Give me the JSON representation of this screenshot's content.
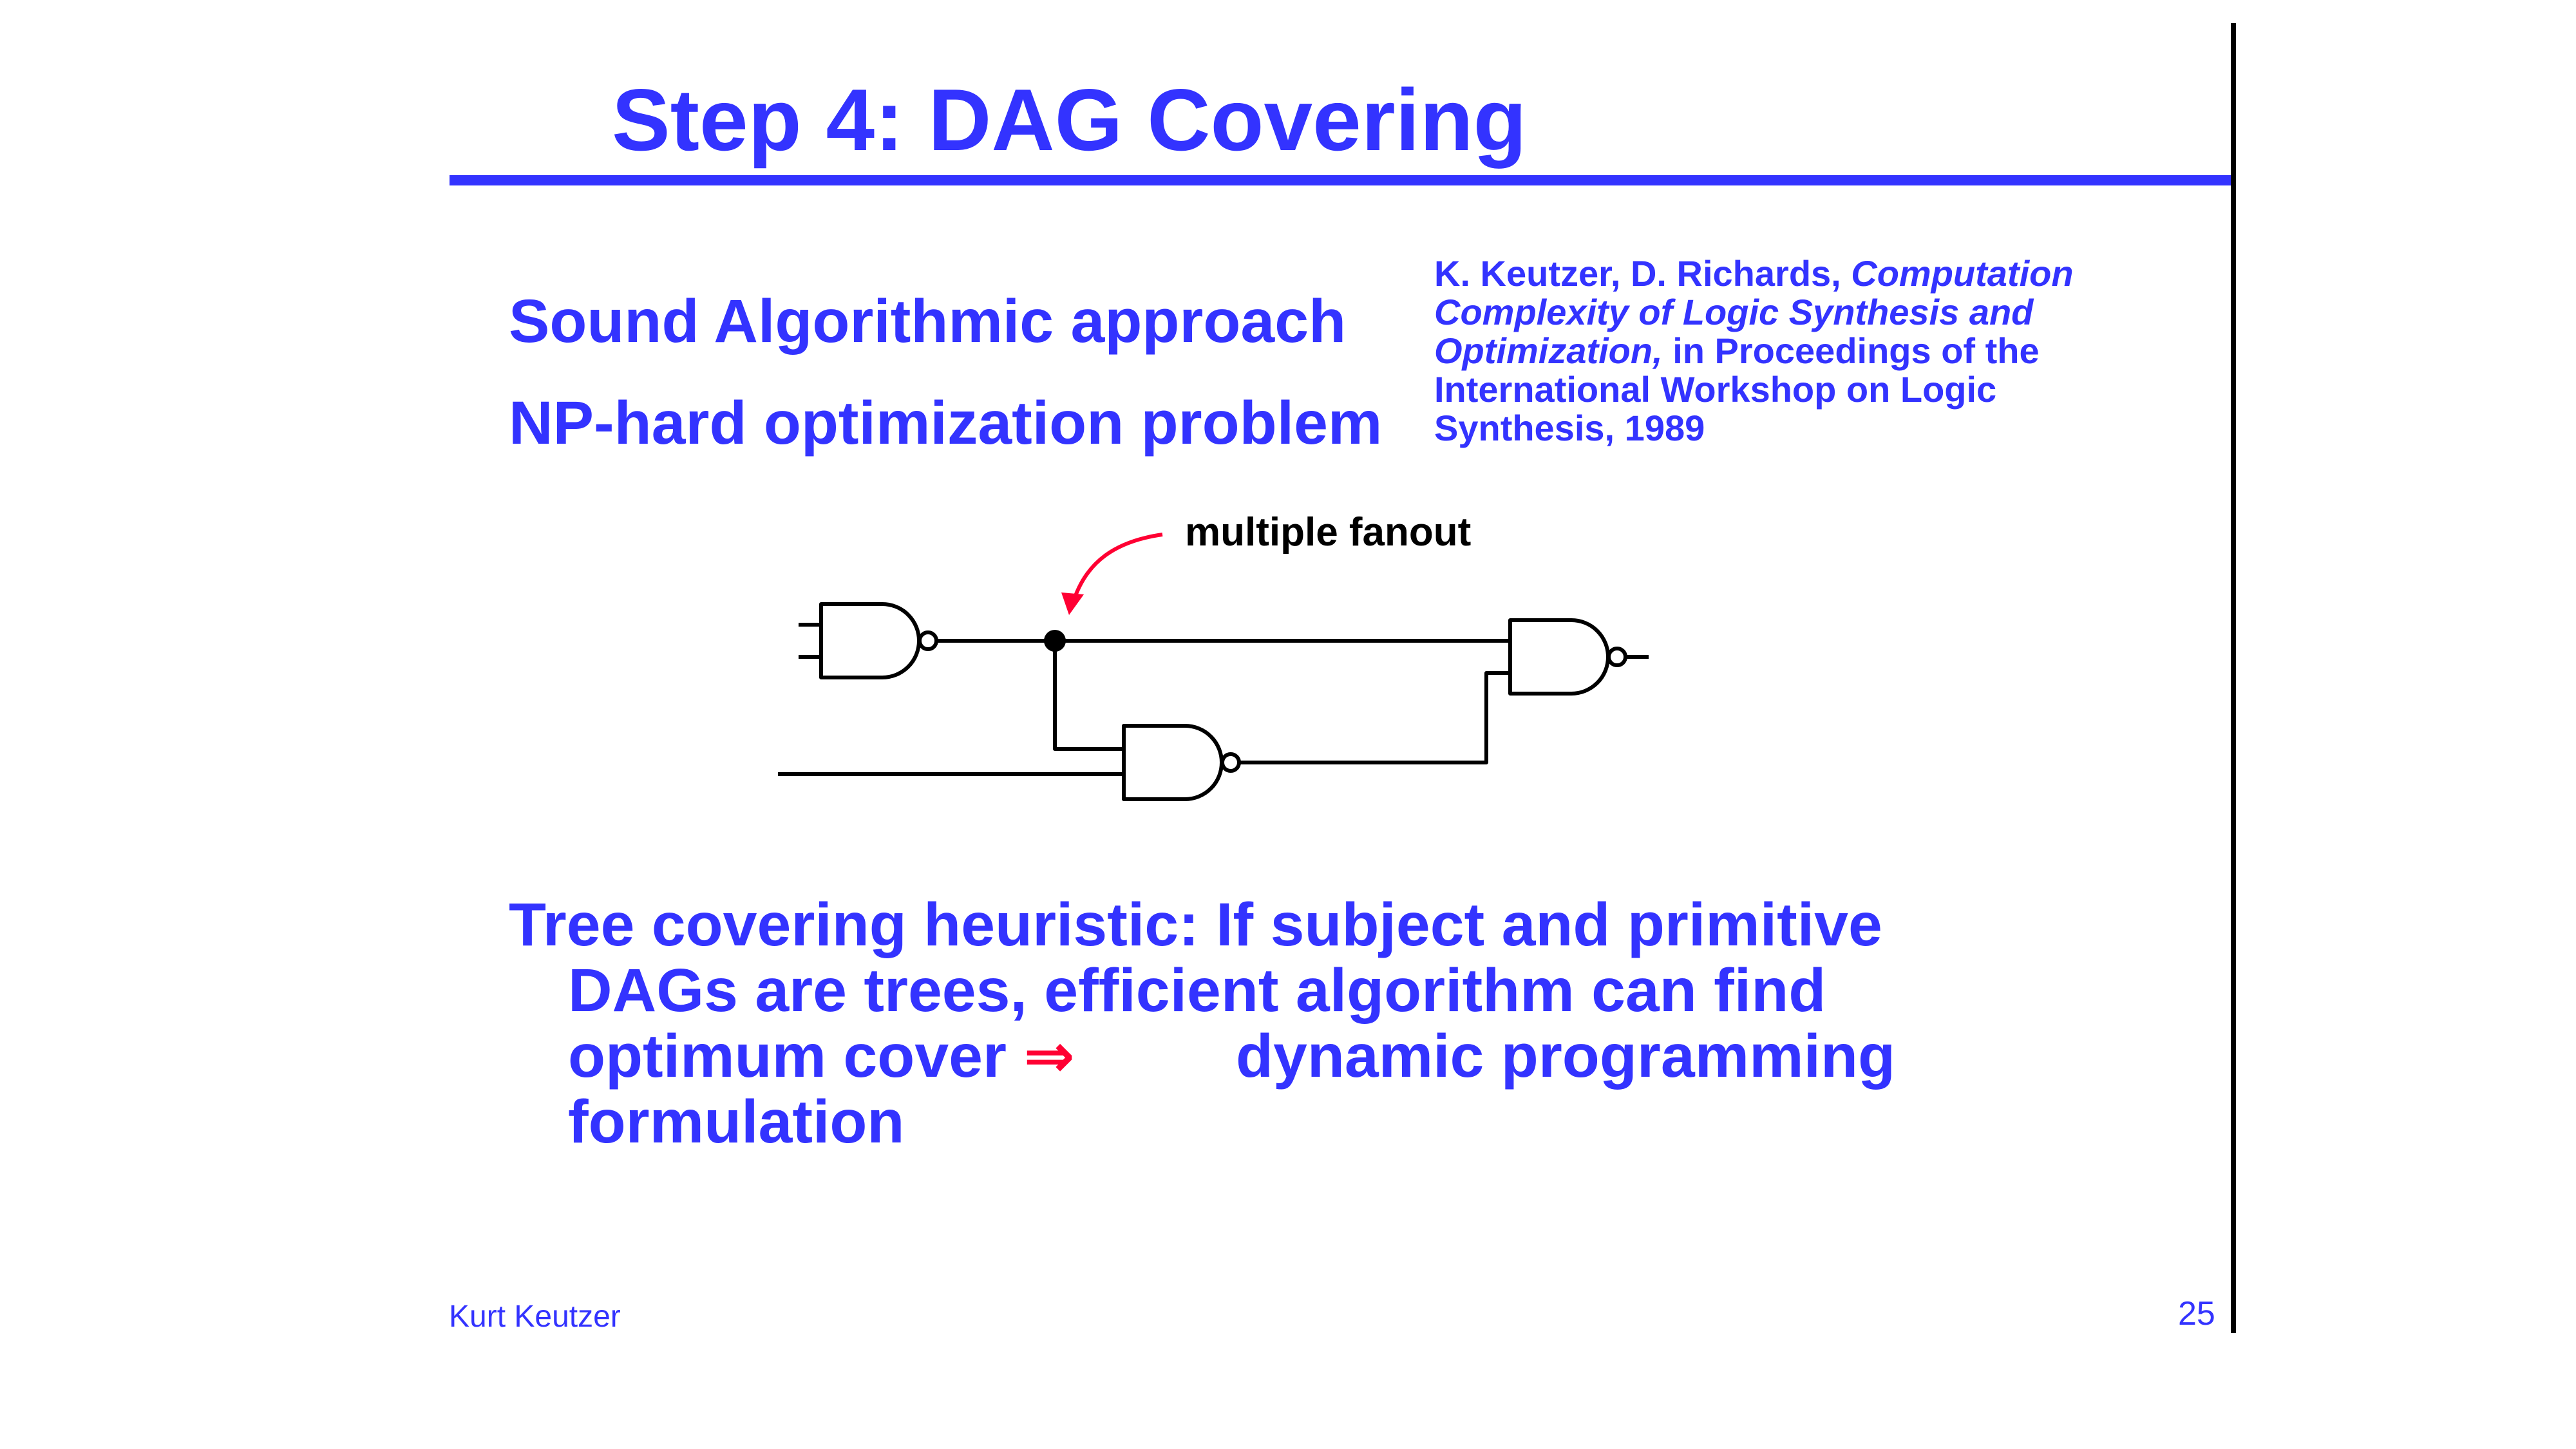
{
  "slide": {
    "title": "Step 4: DAG Covering",
    "bullets": [
      "Sound Algorithmic approach",
      "NP-hard optimization problem"
    ],
    "citation": {
      "authors": "K. Keutzer, D. Richards, ",
      "title": "Computation Complexity of Logic Synthesis and Optimization,",
      "venue": " in Proceedings of the International Workshop on  Logic Synthesis, 1989"
    },
    "diagram": {
      "annotation": "multiple fanout"
    },
    "heuristic": {
      "line1": "Tree covering heuristic:  If subject and primitive",
      "line2": "DAGs are trees, efficient algorithm can find",
      "line3_part1": "optimum cover ",
      "arrow": "⇒",
      "line3_part2": "dynamic programming",
      "line4": "formulation"
    },
    "footer": {
      "author": "Kurt Keutzer",
      "page": "25"
    }
  },
  "colors": {
    "text": "#3333ff",
    "arrow": "#ff0033",
    "diagram": "#000000"
  }
}
